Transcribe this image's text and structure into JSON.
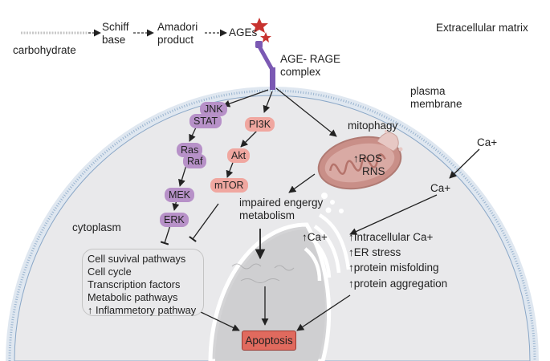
{
  "labels": {
    "carbohydrate": "carbohydrate",
    "schiff_base": [
      "Schiff",
      "base"
    ],
    "amadori": [
      "Amadori",
      "product"
    ],
    "ages": "AGEs",
    "age_rage": [
      "AGE- RAGE",
      "complex"
    ],
    "extracellular_matrix": "Extracellular matrix",
    "plasma_membrane": [
      "plasma",
      "membrane"
    ],
    "mitophagy": "mitophagy",
    "ros": "ROS",
    "rns": "RNS",
    "ca_outer": "Ca+",
    "ca_mid": "Ca+",
    "impaired_energy": [
      "impaired engergy",
      "metabolism"
    ],
    "cytoplasm": "cytoplasm",
    "ca_er": "Ca+"
  },
  "pathways": {
    "jnk": "JNK",
    "stat": "STAT",
    "ras": "Ras",
    "raf": "Raf",
    "mek": "MEK",
    "erk": "ERK",
    "pi3k": "PI3K",
    "akt": "Akt",
    "mtor": "mTOR"
  },
  "er_effects": [
    "Intracellular Ca+",
    "ER stress",
    "protein misfolding",
    "protein aggregation"
  ],
  "outcomes": [
    "Cell suvival pathways",
    "Cell cycle",
    "Transcription factors",
    "Metabolic pathways",
    "Inflammetory pathway"
  ],
  "apoptosis": "Apoptosis",
  "colors": {
    "membrane": "#7fa0c2",
    "cytoplasm": "#e9e9eb",
    "nucleus": "#cfcfd1",
    "pathway_purple": "#b791c8",
    "pathway_pink": "#f0a7a0",
    "mitochondrion": "#c98f88",
    "apoptosis": "#e06a5e",
    "receptor": "#7b59b3",
    "ages_star": "#c8332f"
  }
}
